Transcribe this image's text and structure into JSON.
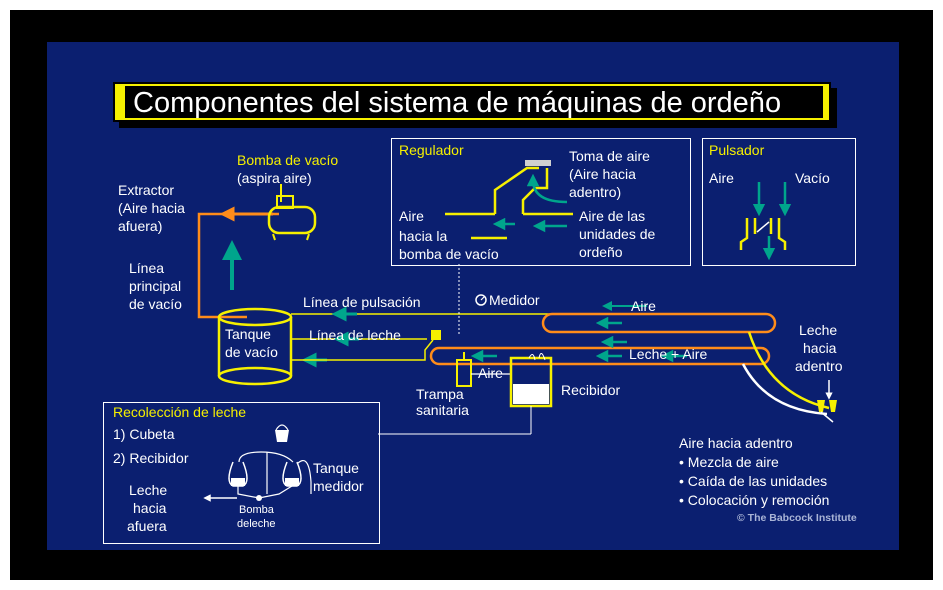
{
  "title": "Componentes del sistema de máquinas de ordeño",
  "pump": {
    "name": "Bomba de vacío",
    "subtitle": "(aspira aire)"
  },
  "extractor": {
    "line1": "Extractor",
    "line2": "(Aire hacia",
    "line3": "afuera)"
  },
  "main_line": {
    "line1": "Línea",
    "line2": "principal",
    "line3": "de vacío"
  },
  "vacuum_tank": {
    "line1": "Tanque",
    "line2": "de vacío"
  },
  "regulator": {
    "title": "Regulador",
    "air_intake": [
      "Toma de aire",
      "(Aire hacia",
      "adentro)"
    ],
    "air_to_pump": [
      "Aire",
      "hacia la",
      "bomba de vacío"
    ],
    "air_from_units": [
      "Aire de las",
      "unidades de",
      "ordeño"
    ]
  },
  "pulsator": {
    "title": "Pulsador",
    "air": "Aire",
    "vacuum": "Vacío"
  },
  "pulsation_line": "Línea de pulsación",
  "gauge": "Medidor",
  "air_label": "Aire",
  "milk_line": "Línea de leche",
  "milk_plus_air": "Leche + Aire",
  "trap_air": "Aire",
  "trap": {
    "line1": "Trampa",
    "line2": "sanitaria"
  },
  "receiver": "Recibidor",
  "milk_in": {
    "line1": "Leche",
    "line2": "hacia",
    "line3": "adentro"
  },
  "collection": {
    "title": "Recolección  de leche",
    "item1": "1) Cubeta",
    "item2": "2) Recibidor",
    "tank": {
      "line1": "Tanque",
      "line2": "medidor"
    },
    "milk_out": {
      "line1": "Leche",
      "line2": "hacia",
      "line3": "afuera"
    },
    "milk_pump": {
      "line1": "Bomba",
      "line2": "deleche"
    }
  },
  "air_in": {
    "title": "Aire hacia adentro",
    "bullets": [
      "• Mezcla de aire",
      "• Caída de las unidades",
      "• Colocación  y remoción"
    ]
  },
  "credit": "© The Babcock Institute",
  "colors": {
    "background": "#0b1f70",
    "accent": "#f6f000",
    "flow_arrow": "#00a58c",
    "exhaust": "#ff8c1a",
    "text": "#ffffff"
  }
}
